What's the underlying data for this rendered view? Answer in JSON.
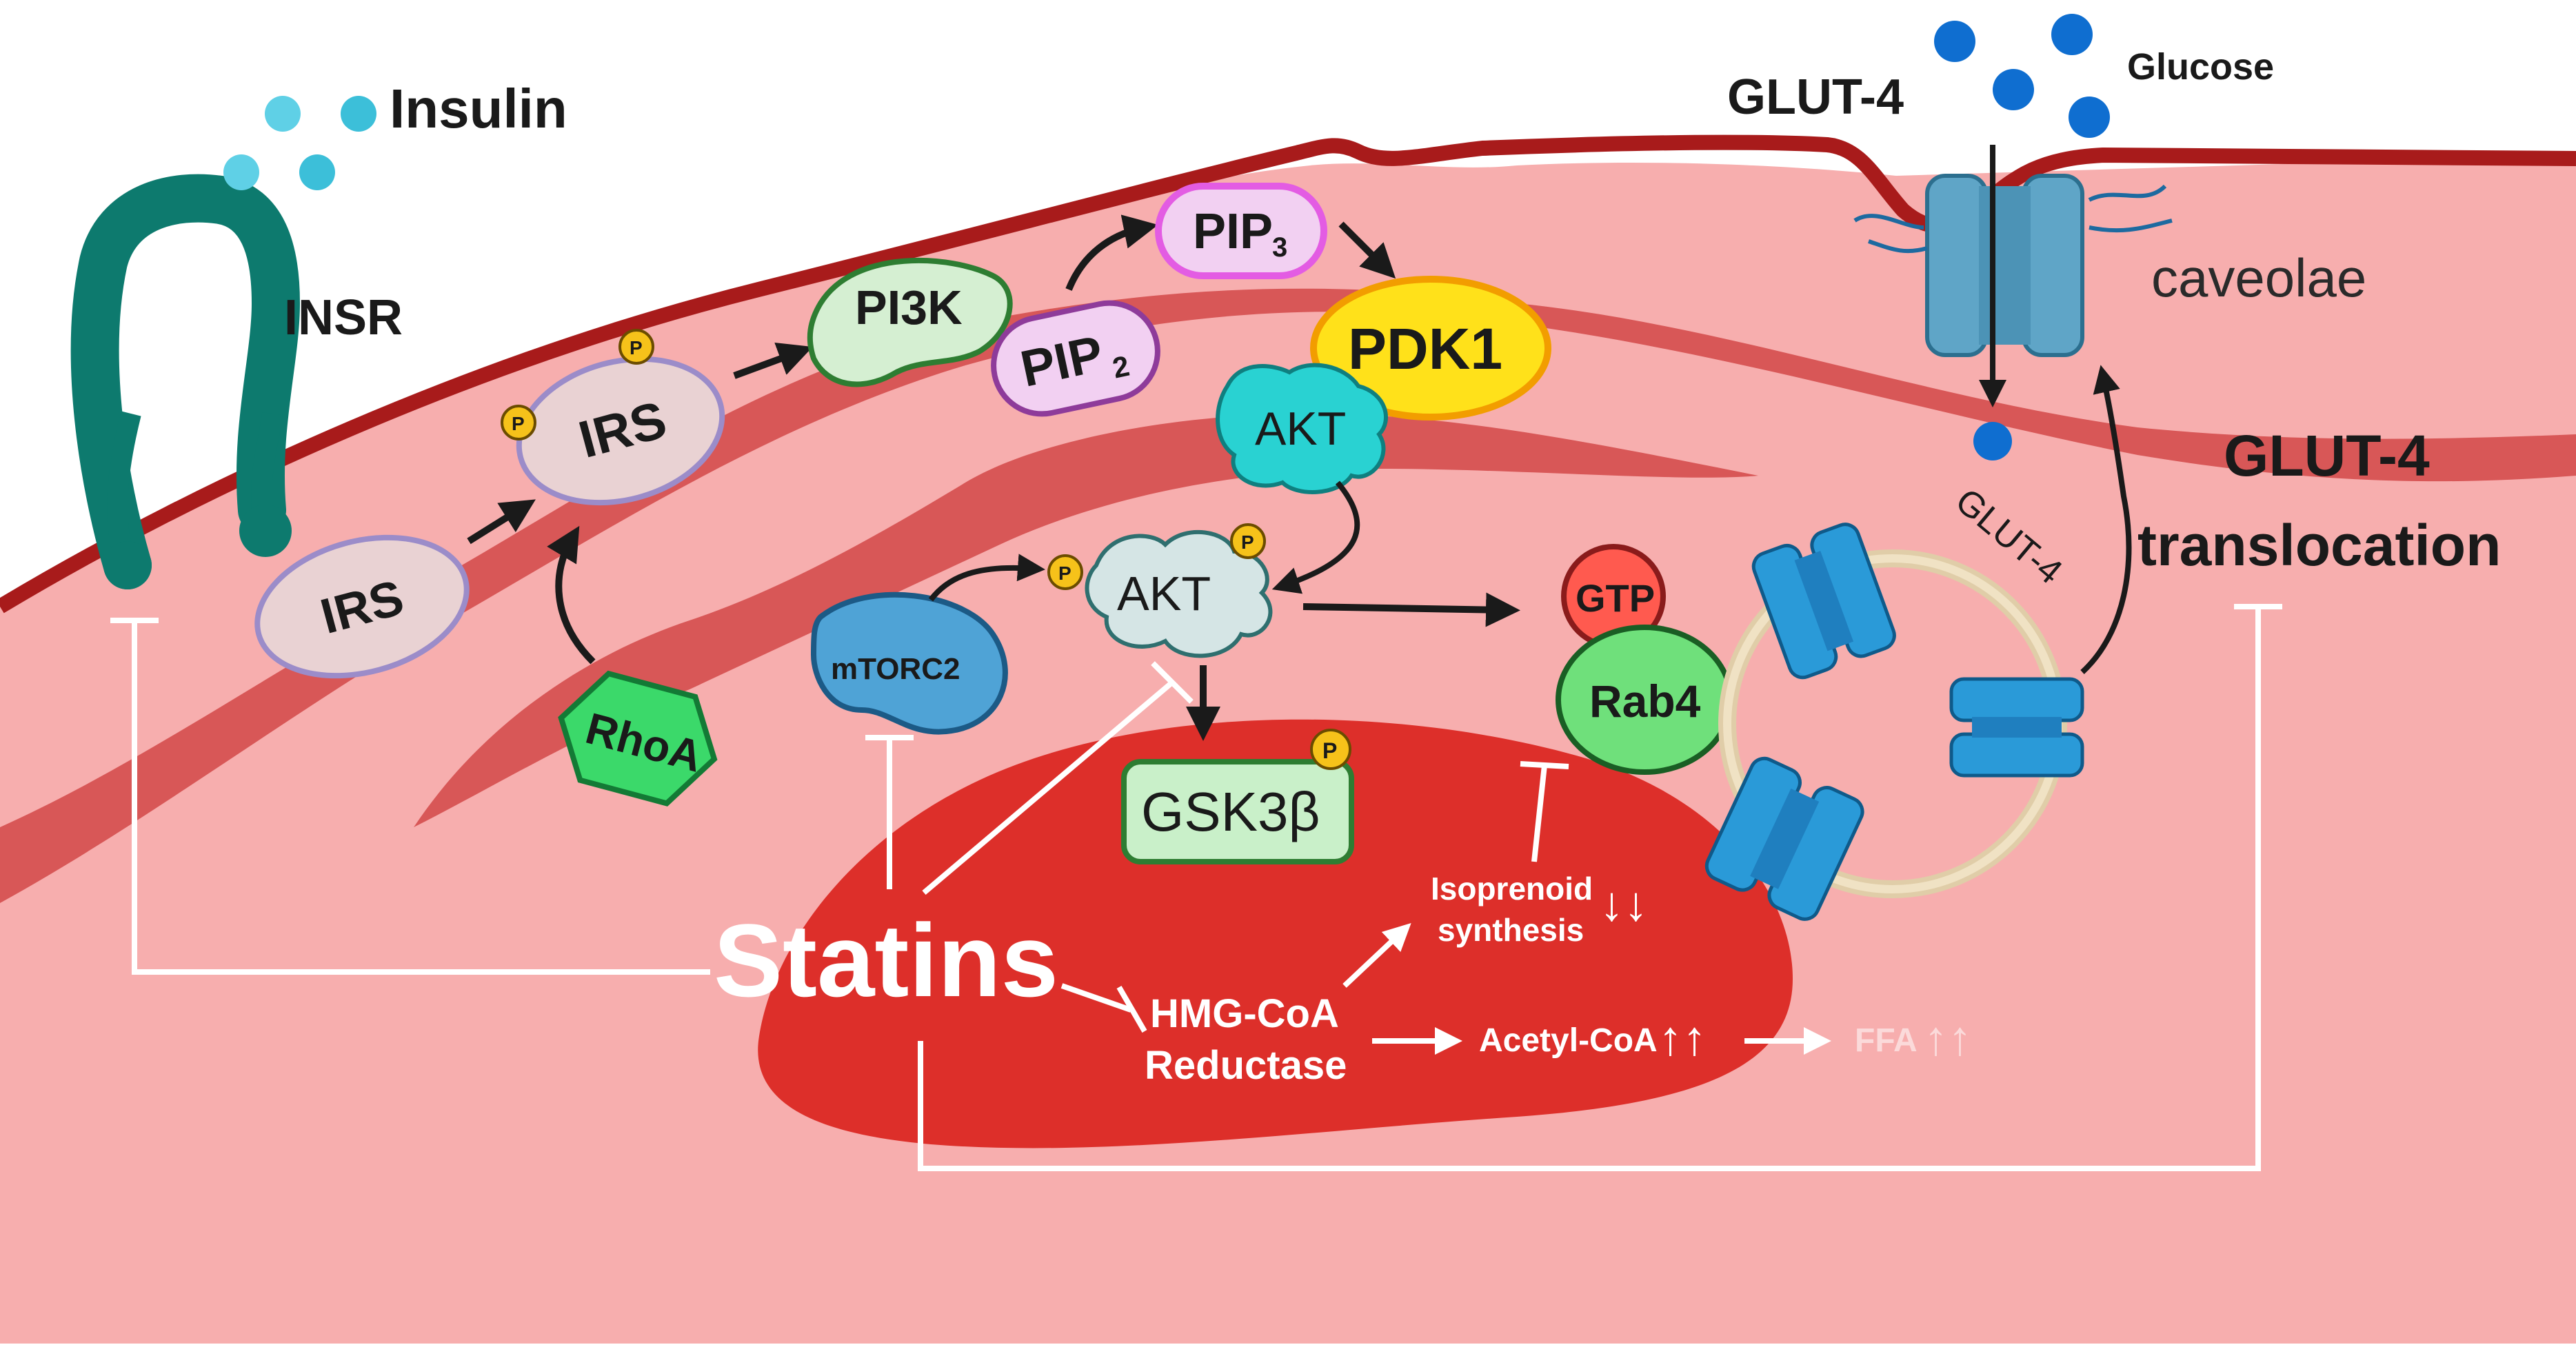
{
  "labels": {
    "insulin": "Insulin",
    "insr": "INSR",
    "irs_low": "IRS",
    "irs_high": "IRS",
    "p": "P",
    "rhoa": "RhoA",
    "pi3k": "PI3K",
    "pip2": "PIP",
    "pip2_sub": "2",
    "pip3": "PIP",
    "pip3_sub": "3",
    "pdk1": "PDK1",
    "akt_top": "AKT",
    "akt_mid": "AKT",
    "mtorc2": "mTORC2",
    "gsk3b": "GSK3β",
    "gtp": "GTP",
    "rab4": "Rab4",
    "glut4_vesicle": "GLUT-4",
    "glut4_top": "GLUT-4",
    "glucose": "Glucose",
    "caveolae": "caveolae",
    "glut4_translocation_line1": "GLUT-4",
    "glut4_translocation_line2": "translocation",
    "statins": "Statins",
    "hmgcoa_line1": "HMG-CoA",
    "hmgcoa_line2": "Reductase",
    "isoprenoid_line1": "Isoprenoid",
    "isoprenoid_line2": "synthesis",
    "down_arrows": "↓↓",
    "acetylcoa": "Acetyl-CoA",
    "up_arrows": "↑↑",
    "ffa": "FFA"
  },
  "colors": {
    "cytoplasm": "#f7aeae",
    "membrane_dark": "#a81b1b",
    "membrane_light": "#d85757",
    "nucleus": "#dd2f2a",
    "insr": "#0d7a6e",
    "irs": "#e9d2d3",
    "pi3k": "#d5efd2",
    "pip": "#f2d0f2",
    "pdk1": "#ffe11a",
    "akt_cyan": "#29d2d2",
    "akt_grey": "#d5e5e5",
    "mtorc2": "#4fa3d6",
    "rhoa": "#3bd96a",
    "gsk3b": "#c9f0c9",
    "gtp": "#ff5a4f",
    "rab4": "#6fe07b",
    "glut4": "#2a9ad8",
    "glucose": "#0f6ed0",
    "insulin": "#3cbfd9"
  }
}
